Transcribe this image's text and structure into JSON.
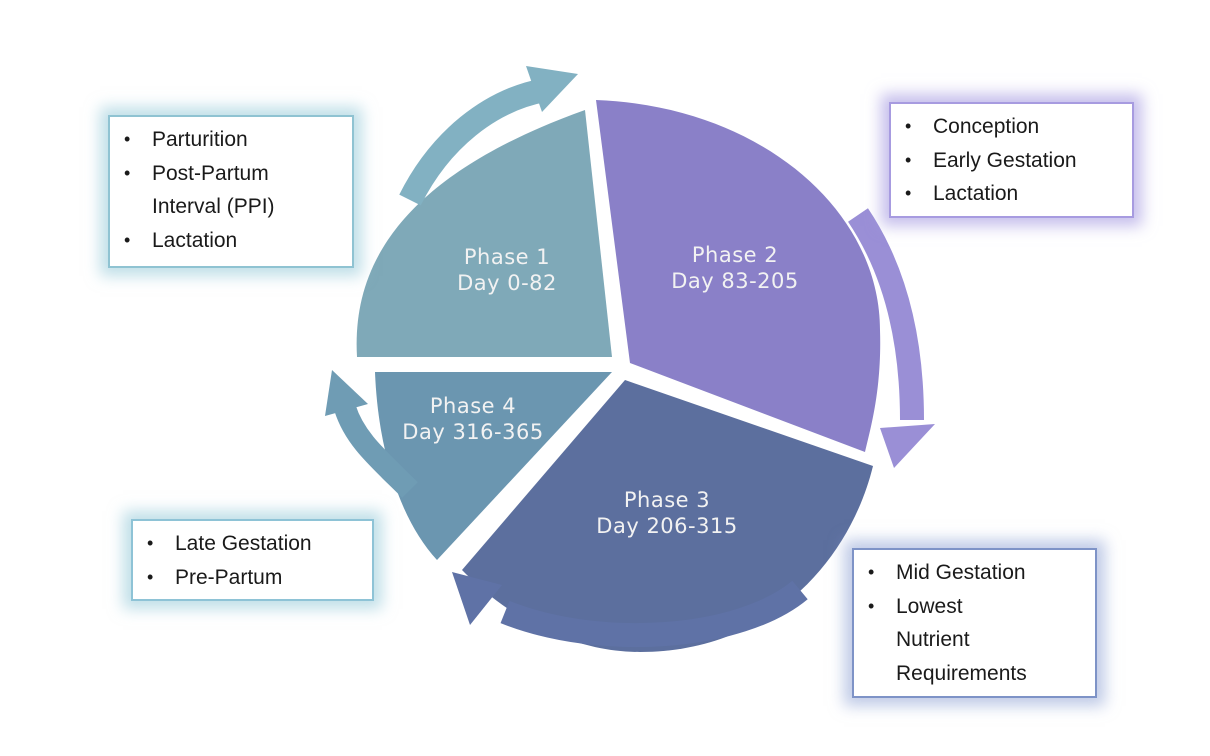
{
  "phases": [
    {
      "name": "Phase 1",
      "days": "Day 0-82"
    },
    {
      "name": "Phase 2",
      "days": "Day 83-205"
    },
    {
      "name": "Phase 3",
      "days": "Day 206-315"
    },
    {
      "name": "Phase 4",
      "days": "Day 316-365"
    }
  ],
  "notes": {
    "phase1": [
      "Parturition",
      "Post-Partum",
      "Interval (PPI)",
      "Lactation"
    ],
    "phase2": [
      "Conception",
      "Early Gestation",
      "Lactation"
    ],
    "phase3": [
      "Mid Gestation",
      "Lowest",
      "Nutrient",
      "Requirements"
    ],
    "phase4": [
      "Late Gestation",
      "Pre-Partum"
    ]
  },
  "colors": {
    "phase1": "#7fa9b8",
    "phase2": "#8a80c8",
    "phase3": "#5c6f9e",
    "phase4": "#6b96b0",
    "arrow1": "#82b1c2",
    "arrow2": "#9a8fd6",
    "arrow3": "#5f72a6",
    "arrow4": "#6f9cb4"
  }
}
